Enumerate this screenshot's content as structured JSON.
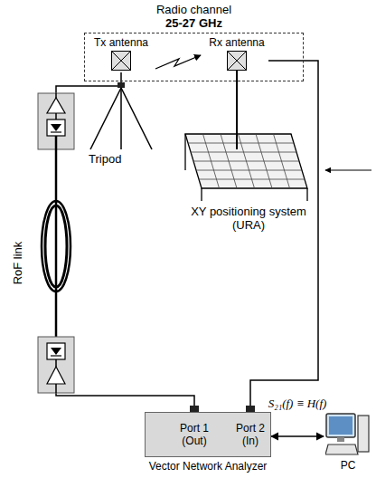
{
  "diagram": {
    "nodes": [
      {
        "text": [
          "Radio channel",
          "25-27 GHz"
        ]
      },
      {
        "text": [
          "Tx antenna"
        ],
        "in": 0
      },
      {
        "text": [
          "Rx antenna"
        ],
        "in": 0
      },
      {
        "text": [
          "Port 1 (Out)",
          "Port 2 (In)",
          "Vector Network Analyzer"
        ]
      },
      {
        "text": [
          "PC"
        ]
      }
    ],
    "edges": [
      {
        "from": 3,
        "to": 1,
        "arrow": "none"
      },
      {
        "from": 2,
        "to": 3,
        "arrow": "none"
      },
      {
        "from": 3,
        "to": 4,
        "label": "S₂₁(f) ≡ H(f)",
        "arrow": "both"
      }
    ],
    "labels": [
      "RoF link",
      "Tripod",
      "XY positioning system (URA)"
    ]
  }
}
